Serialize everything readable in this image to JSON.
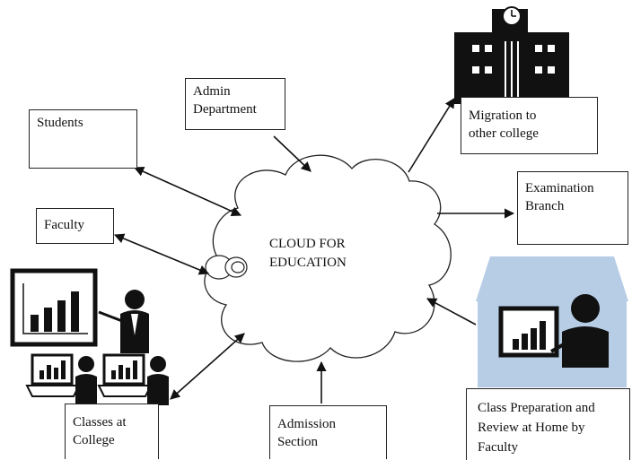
{
  "diagram": {
    "center": {
      "line1": "CLOUD FOR",
      "line2": "EDUCATION"
    },
    "nodes": {
      "students": "Students",
      "admin_line1": "Admin",
      "admin_line2": "Department",
      "faculty": "Faculty",
      "migration_line1": "Migration to",
      "migration_line2": "other college",
      "exam_line1": "Examination",
      "exam_line2": "Branch",
      "classes_line1": "Classes at",
      "classes_line2": "College",
      "admission_line1": "Admission",
      "admission_line2": "Section",
      "home_line1": "Class Preparation and",
      "home_line2": "Review at Home by",
      "home_line3": "Faculty"
    },
    "icons": [
      "college-building-icon",
      "presenter-icon",
      "laptop-student-icon",
      "home-faculty-icon"
    ],
    "colors": {
      "house": "#b7cde6",
      "ink": "#111111"
    }
  }
}
